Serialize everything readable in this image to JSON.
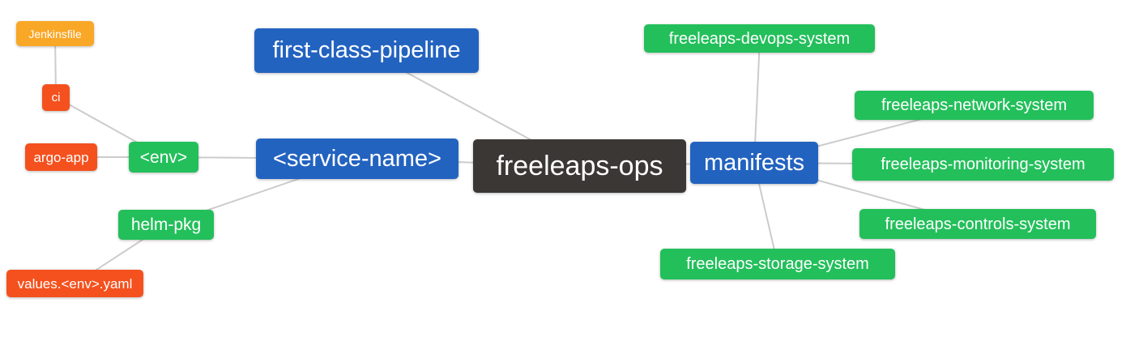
{
  "diagram": {
    "title": "freeleaps-ops mind map",
    "palette": {
      "orange": "#F9A726",
      "red": "#F4511E",
      "green": "#23BF5B",
      "blue": "#2363C0",
      "dark": "#3B3735",
      "text": "#FFFFFF",
      "connector": "#CCCCCC",
      "background": "#FFFFFF"
    },
    "nodes": {
      "jenkinsfile": {
        "label": "Jenkinsfile",
        "color": "orange"
      },
      "ci": {
        "label": "ci",
        "color": "red"
      },
      "argo_app": {
        "label": "argo-app",
        "color": "red"
      },
      "env": {
        "label": "<env>",
        "color": "green"
      },
      "helm_pkg": {
        "label": "helm-pkg",
        "color": "green"
      },
      "values_env_yaml": {
        "label": "values.<env>.yaml",
        "color": "red"
      },
      "first_class_pipeline": {
        "label": "first-class-pipeline",
        "color": "blue"
      },
      "service_name": {
        "label": "<service-name>",
        "color": "blue"
      },
      "freeleaps_ops": {
        "label": "freeleaps-ops",
        "color": "dark"
      },
      "manifests": {
        "label": "manifests",
        "color": "blue"
      },
      "devops_system": {
        "label": "freeleaps-devops-system",
        "color": "green"
      },
      "network_system": {
        "label": "freeleaps-network-system",
        "color": "green"
      },
      "monitoring_system": {
        "label": "freeleaps-monitoring-system",
        "color": "green"
      },
      "controls_system": {
        "label": "freeleaps-controls-system",
        "color": "green"
      },
      "storage_system": {
        "label": "freeleaps-storage-system",
        "color": "green"
      }
    },
    "edges": [
      {
        "from": "jenkinsfile",
        "to": "ci"
      },
      {
        "from": "ci",
        "to": "env"
      },
      {
        "from": "argo_app",
        "to": "env"
      },
      {
        "from": "env",
        "to": "service_name"
      },
      {
        "from": "helm_pkg",
        "to": "service_name"
      },
      {
        "from": "values_env_yaml",
        "to": "helm_pkg"
      },
      {
        "from": "first_class_pipeline",
        "to": "freeleaps_ops"
      },
      {
        "from": "service_name",
        "to": "freeleaps_ops"
      },
      {
        "from": "freeleaps_ops",
        "to": "manifests"
      },
      {
        "from": "manifests",
        "to": "devops_system"
      },
      {
        "from": "manifests",
        "to": "network_system"
      },
      {
        "from": "manifests",
        "to": "monitoring_system"
      },
      {
        "from": "manifests",
        "to": "controls_system"
      },
      {
        "from": "manifests",
        "to": "storage_system"
      }
    ]
  }
}
